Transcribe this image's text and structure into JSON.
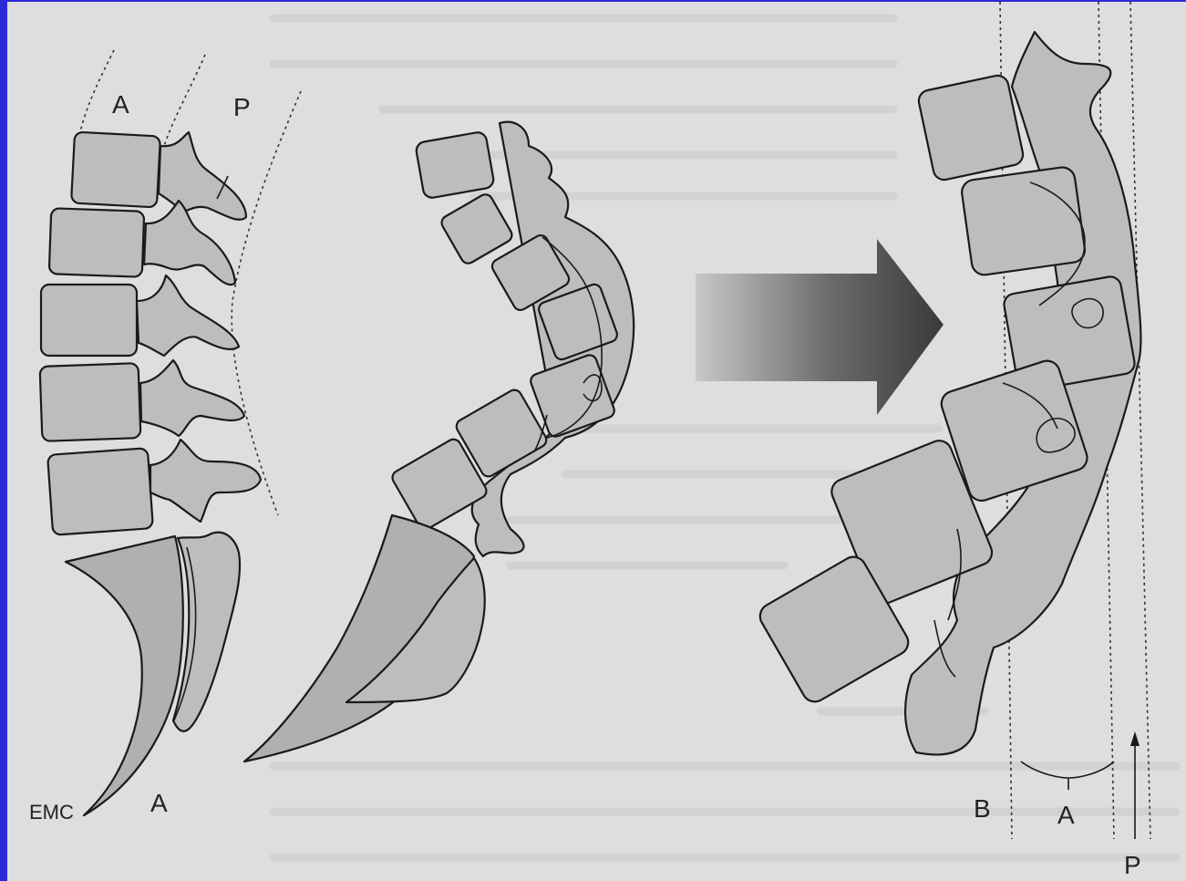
{
  "figure": {
    "left_panel": {
      "label_top_anterior": "A",
      "label_top_posterior": "P",
      "label_bottom": "A",
      "signature": "EMC"
    },
    "right_panel": {
      "label_b": "B",
      "label_a": "A",
      "label_p": "P"
    },
    "colors": {
      "border": "#2a2ad8",
      "paper": "#dedede",
      "bone_fill": "#bdbdbd",
      "outline": "#1a1a1a"
    }
  }
}
